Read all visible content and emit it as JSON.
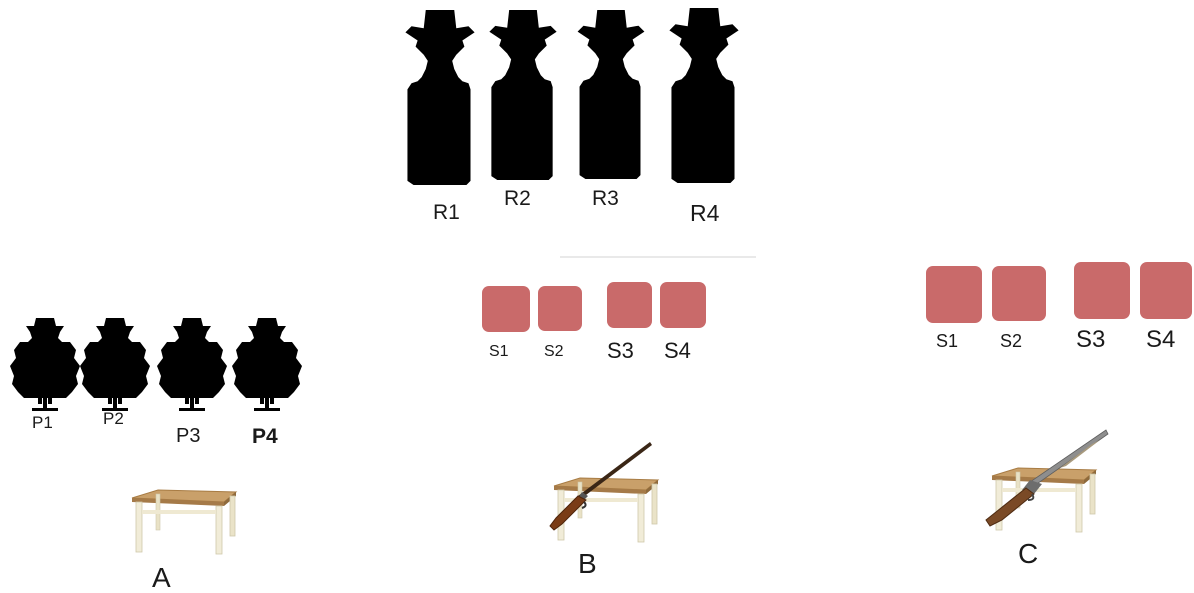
{
  "colors": {
    "silhouette": "#000000",
    "steel": "#c96a6a",
    "table_top": "#c9a06a",
    "table_legs": "#f1ecd8"
  },
  "rifle_targets": {
    "labels": [
      "R1",
      "R2",
      "R3",
      "R4"
    ],
    "icon": "cowboy-silhouette-icon"
  },
  "pistol_targets": {
    "labels": [
      "P1",
      "P2",
      "P3",
      "P4"
    ],
    "icon": "crouching-silhouette-icon"
  },
  "steel_b": {
    "labels": [
      "S1",
      "S2",
      "S3",
      "S4"
    ]
  },
  "steel_c": {
    "labels": [
      "S1",
      "S2",
      "S3",
      "S4"
    ]
  },
  "stations": [
    {
      "label": "A",
      "prop": "table"
    },
    {
      "label": "B",
      "prop": "table-with-rifle"
    },
    {
      "label": "C",
      "prop": "table-with-shotgun"
    }
  ]
}
